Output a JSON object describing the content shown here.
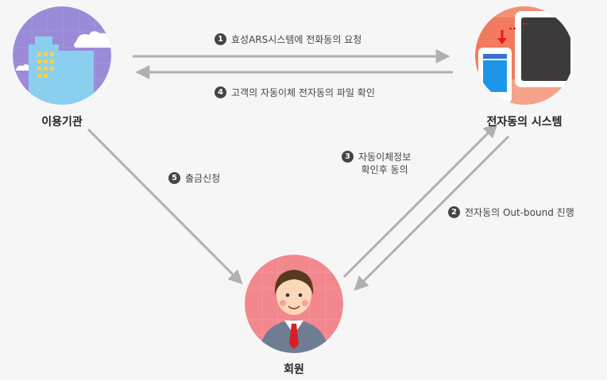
{
  "nodes": {
    "institution": {
      "label": "이용기관"
    },
    "system": {
      "label": "전자동의 시스템"
    },
    "member": {
      "label": "회원"
    }
  },
  "steps": [
    {
      "num": "1",
      "text": "효성ARS시스템에 전화동의 요청"
    },
    {
      "num": "2",
      "text": "전자동의 Out-bound 진행"
    },
    {
      "num": "3",
      "line1": "자동이체정보",
      "line2": "확인후 동의"
    },
    {
      "num": "4",
      "text": "고객의 자동이체 전자동의 파일 확인"
    },
    {
      "num": "5",
      "text": "출금신청"
    }
  ],
  "colors": {
    "arrow": "#b0b0b0",
    "institution_bg": "#9a8ad8",
    "system_bg": "#f27a5e",
    "member_bg": "#f2878e"
  }
}
